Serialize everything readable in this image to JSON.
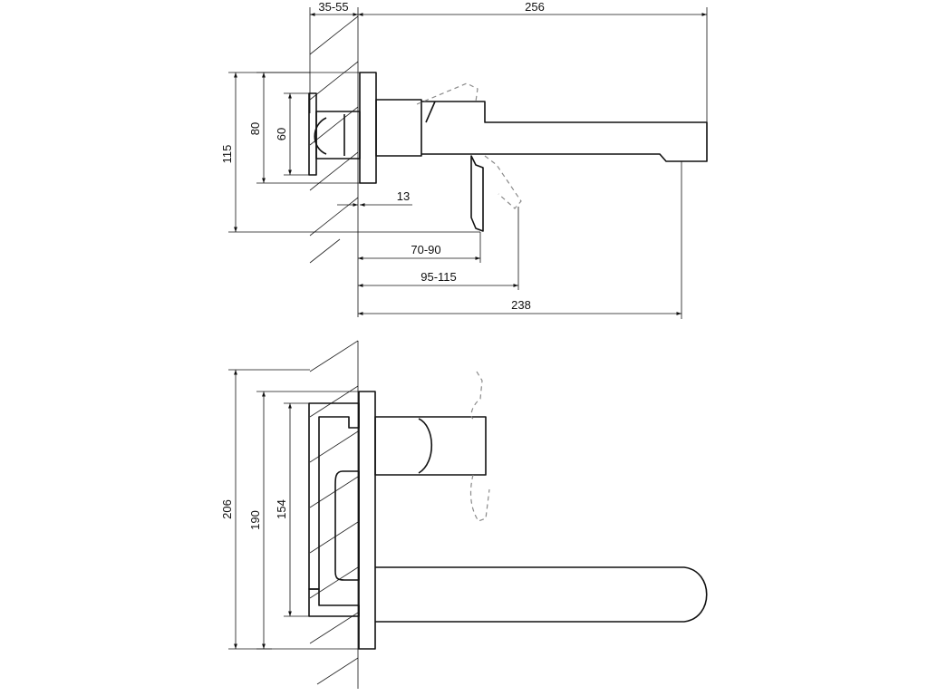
{
  "top_view": {
    "dimensions": {
      "wall_depth": "35-55",
      "total_length": "256",
      "height_115": "115",
      "height_80": "80",
      "height_60": "60",
      "offset_13": "13",
      "lever_70_90": "70-90",
      "lever_95_115": "95-115",
      "spout_238": "238"
    }
  },
  "front_view": {
    "dimensions": {
      "height_206": "206",
      "height_190": "190",
      "height_154": "154"
    }
  }
}
